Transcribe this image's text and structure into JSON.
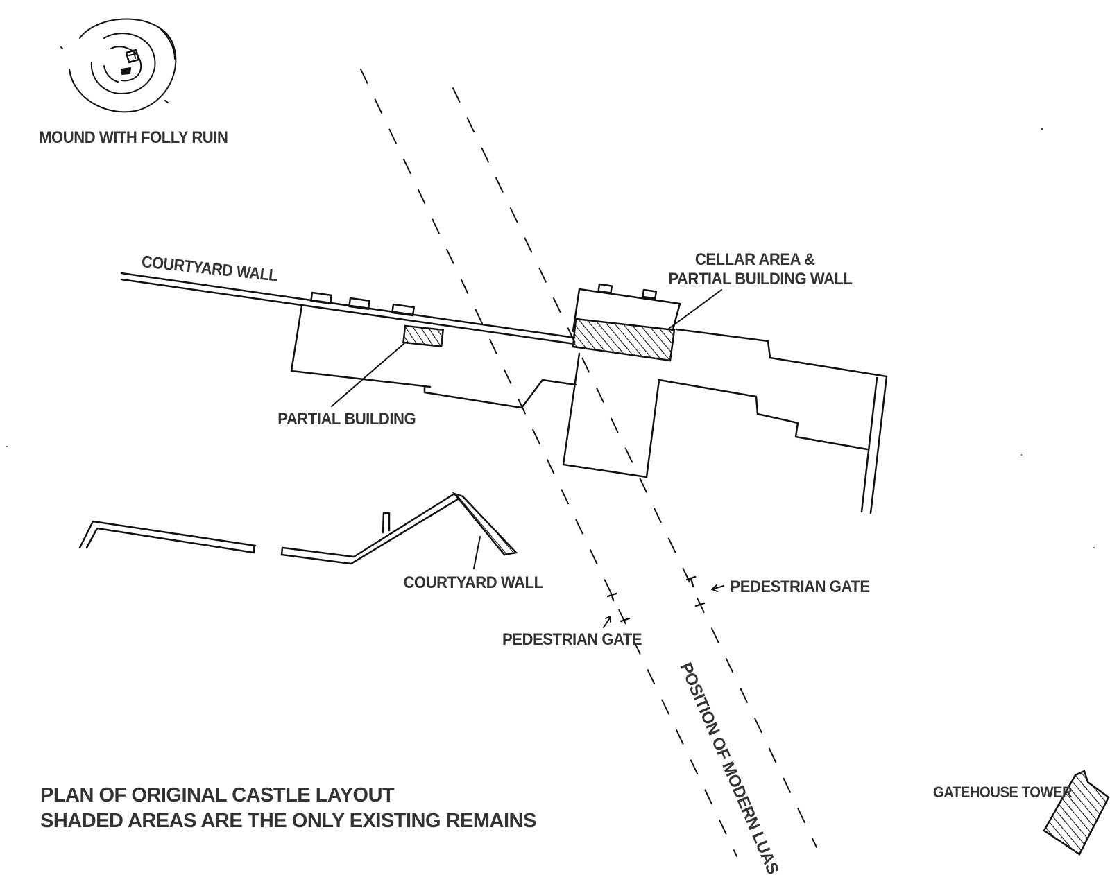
{
  "labels": {
    "mound": "MOUND WITH FOLLY RUIN",
    "courtyard_wall_top": "COURTYARD WALL",
    "cellar_line1": "CELLAR AREA &",
    "cellar_line2": "PARTIAL BUILDING WALL",
    "partial_building": "PARTIAL BUILDING",
    "courtyard_wall_bottom": "COURTYARD WALL",
    "pedestrian_gate_right": "PEDESTRIAN GATE",
    "pedestrian_gate_left": "PEDESTRIAN GATE",
    "luas_line": "POSITION OF MODERN LUAS LINE",
    "gatehouse": "GATEHOUSE  TOWER",
    "plan_title": "PLAN OF ORIGINAL CASTLE LAYOUT",
    "plan_subtitle": "SHADED AREAS ARE THE ONLY EXISTING REMAINS"
  },
  "colors": {
    "ink": "#111111",
    "text": "#333333",
    "background": "#ffffff"
  }
}
